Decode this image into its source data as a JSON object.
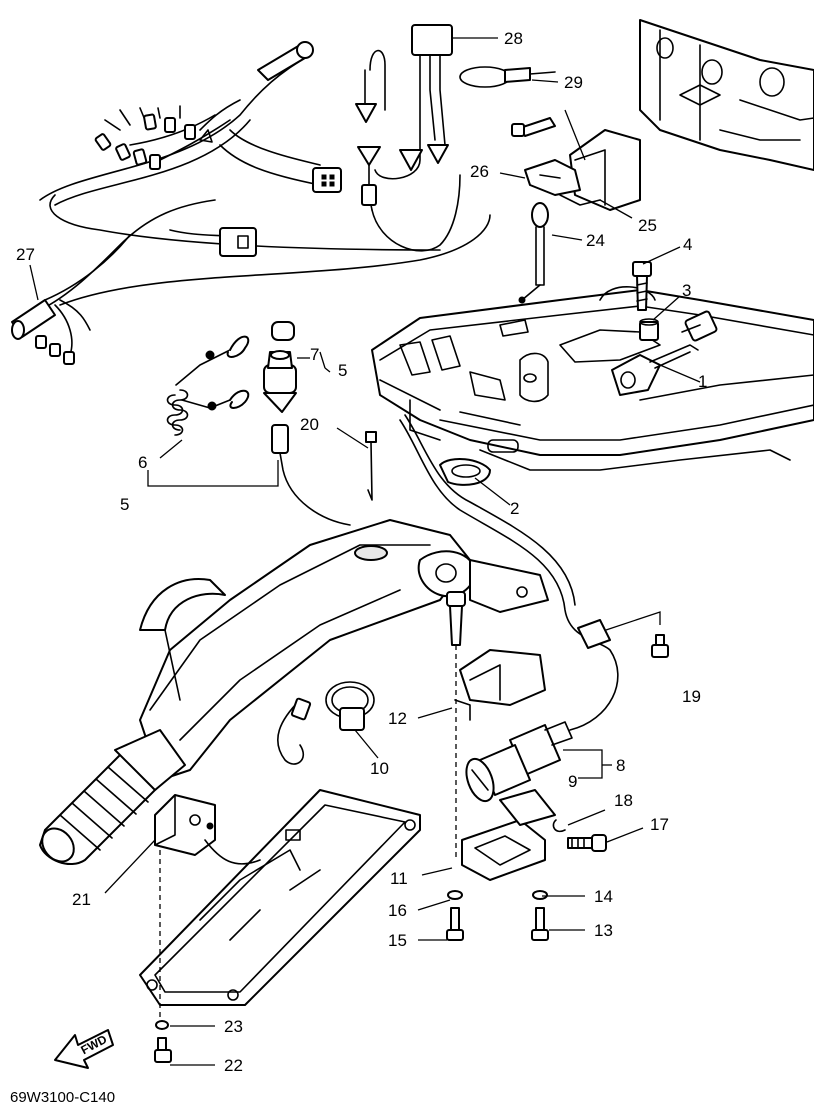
{
  "diagram_code": "69W3100-C140",
  "fwd_label": "FWD",
  "callouts": [
    {
      "id": "c1",
      "label": "1"
    },
    {
      "id": "c2",
      "label": "2"
    },
    {
      "id": "c3",
      "label": "3"
    },
    {
      "id": "c4",
      "label": "4"
    },
    {
      "id": "c5a",
      "label": "5"
    },
    {
      "id": "c5b",
      "label": "5"
    },
    {
      "id": "c6",
      "label": "6"
    },
    {
      "id": "c7",
      "label": "7"
    },
    {
      "id": "c8",
      "label": "8"
    },
    {
      "id": "c9",
      "label": "9"
    },
    {
      "id": "c10",
      "label": "10"
    },
    {
      "id": "c11",
      "label": "11"
    },
    {
      "id": "c12",
      "label": "12"
    },
    {
      "id": "c13",
      "label": "13"
    },
    {
      "id": "c14",
      "label": "14"
    },
    {
      "id": "c15",
      "label": "15"
    },
    {
      "id": "c16",
      "label": "16"
    },
    {
      "id": "c17",
      "label": "17"
    },
    {
      "id": "c18",
      "label": "18"
    },
    {
      "id": "c19",
      "label": "19"
    },
    {
      "id": "c20",
      "label": "20"
    },
    {
      "id": "c21",
      "label": "21"
    },
    {
      "id": "c22",
      "label": "22"
    },
    {
      "id": "c23",
      "label": "23"
    },
    {
      "id": "c24",
      "label": "24"
    },
    {
      "id": "c25",
      "label": "25"
    },
    {
      "id": "c26",
      "label": "26"
    },
    {
      "id": "c27",
      "label": "27"
    },
    {
      "id": "c28",
      "label": "28"
    },
    {
      "id": "c29",
      "label": "29"
    }
  ]
}
